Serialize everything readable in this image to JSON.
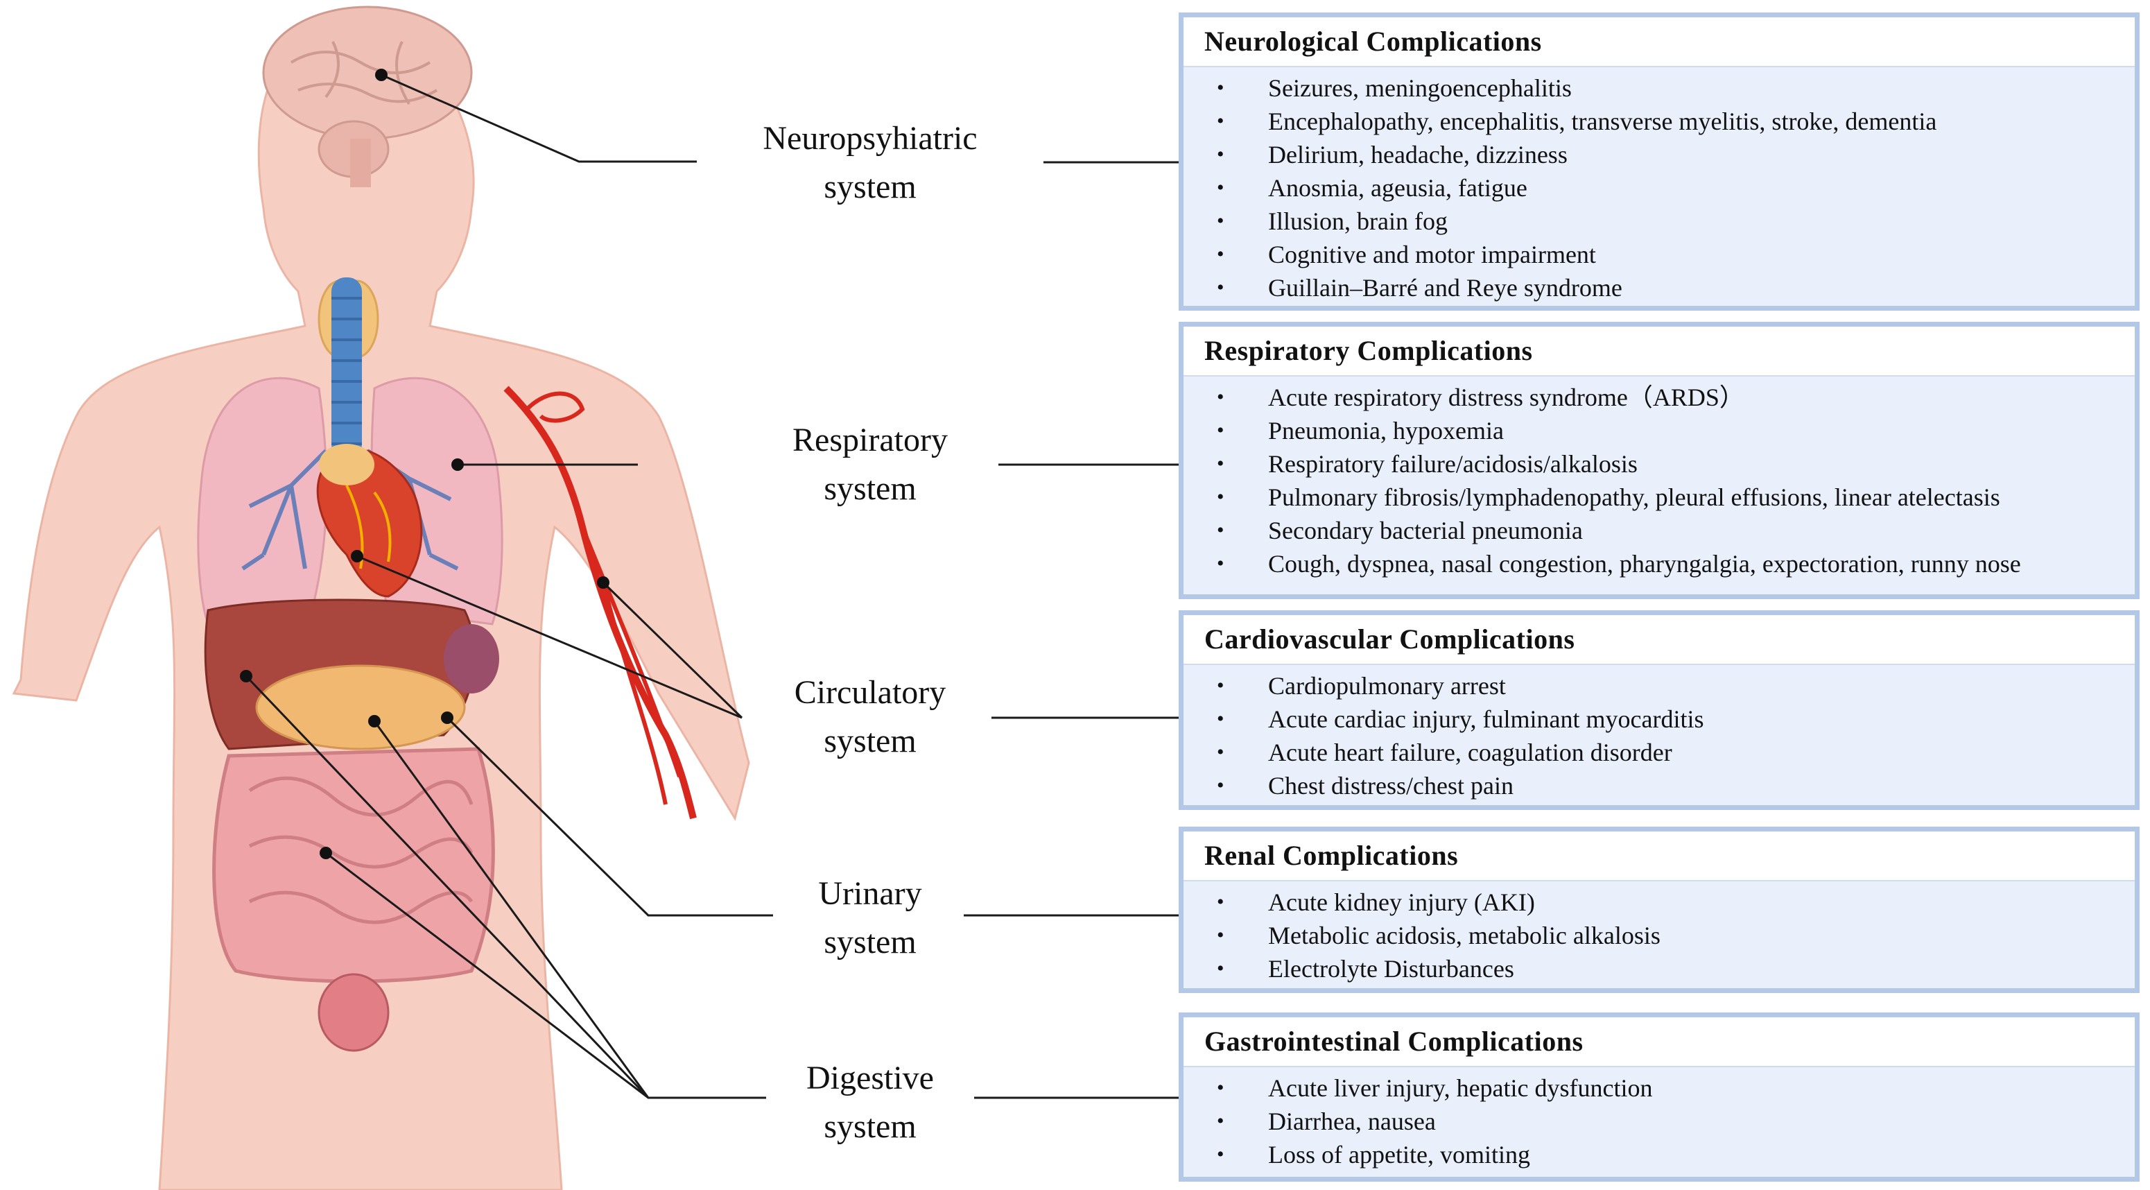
{
  "systems": [
    {
      "line1": "Neuropsyhiatric",
      "line2": "system"
    },
    {
      "line1": "Respiratory",
      "line2": "system"
    },
    {
      "line1": "Circulatory",
      "line2": "system"
    },
    {
      "line1": "Urinary",
      "line2": "system"
    },
    {
      "line1": "Digestive",
      "line2": "system"
    }
  ],
  "boxes": [
    {
      "title": "Neurological Complications",
      "items": [
        "Seizures, meningoencephalitis",
        "Encephalopathy, encephalitis, transverse myelitis, stroke, dementia",
        "Delirium, headache, dizziness",
        "Anosmia, ageusia, fatigue",
        "Illusion, brain fog",
        "Cognitive and motor impairment",
        "Guillain–Barré and Reye syndrome"
      ]
    },
    {
      "title": "Respiratory Complications",
      "items": [
        "Acute respiratory distress syndrome（ARDS）",
        "Pneumonia, hypoxemia",
        "Respiratory failure/acidosis/alkalosis",
        "Pulmonary fibrosis/lymphadenopathy, pleural effusions, linear atelectasis",
        "Secondary bacterial pneumonia",
        "Cough, dyspnea, nasal congestion, pharyngalgia, expectoration, runny nose"
      ]
    },
    {
      "title": "Cardiovascular Complications",
      "items": [
        "Cardiopulmonary arrest",
        "Acute cardiac injury, fulminant myocarditis",
        "Acute heart failure, coagulation disorder",
        "Chest distress/chest pain"
      ]
    },
    {
      "title": "Renal Complications",
      "items": [
        "Acute kidney injury (AKI)",
        "Metabolic acidosis, metabolic alkalosis",
        "Electrolyte Disturbances"
      ]
    },
    {
      "title": "Gastrointestinal Complications",
      "items": [
        "Acute liver injury, hepatic dysfunction",
        "Diarrhea, nausea",
        "Loss of appetite, vomiting"
      ]
    }
  ]
}
